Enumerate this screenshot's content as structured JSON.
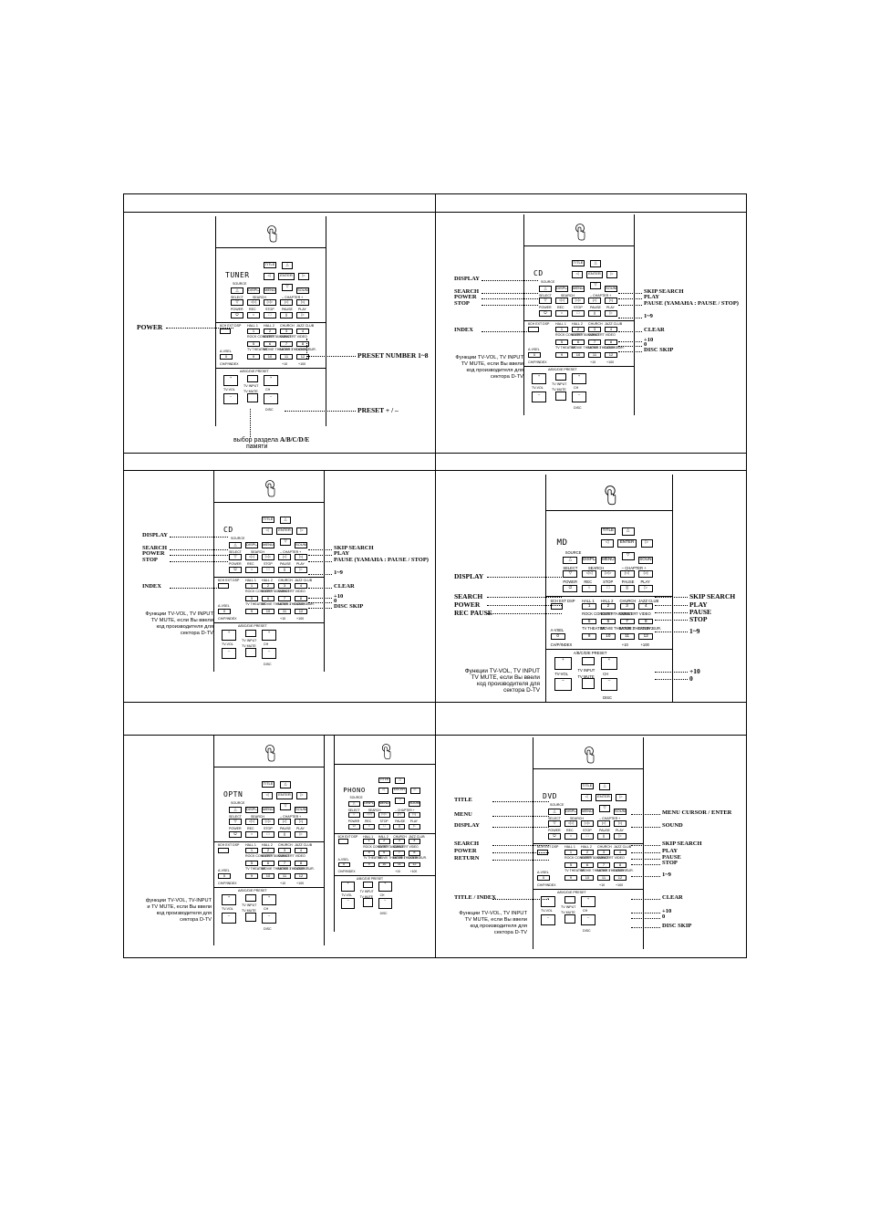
{
  "labels": {
    "tuner": "TUNER",
    "cd": "CD",
    "md": "MD",
    "optn": "OPTN",
    "phono": "PHONO",
    "dvd": "DVD",
    "title": "TITLE",
    "enter": "ENTER",
    "source": "SOURCE",
    "select": "SELECT",
    "display": "DISPLAY",
    "menu": "MENU",
    "sound": "SOUND",
    "search": "SEARCH",
    "chapter": "– CHAPTER +",
    "power": "POWER",
    "rec": "REC",
    "stop": "STOP",
    "pause": "PAUSE",
    "play": "PLAY",
    "six_ch": "6CH EXT",
    "dsp": "DSP",
    "hall1": "HALL 1",
    "hall2": "HALL 2",
    "church": "CHURCH",
    "jazz": "JAZZ CLUB",
    "rock": "ROCK CONCERT",
    "ent": "ENTERTAINMENT",
    "video": "CONCERT VIDEO",
    "tv_theater": "TV THEATER",
    "movie1": "MOVIE THEATER 1",
    "movie2": "MOVIE THEATER 2",
    "dolby": "DOLBY SUR.",
    "avsel": "A-VSEL",
    "chindex": "CH/P/INDEX",
    "abcde_preset": "A/B/C/D/E PRESET",
    "tvinput": "TV INPUT",
    "tvvol": "TV-VOL",
    "ch": "CH",
    "tvmute": "TV MUTE",
    "disc": "DISC",
    "plus10": "+10",
    "plus100": "+100"
  },
  "callouts": {
    "power": "POWER",
    "preset_number": "PRESET NUMBER 1~8",
    "preset_pm": "PRESET + / –",
    "memory_select_prefix": "выбор раздела",
    "memory_select_bold": "A/B/C/D/E",
    "memory_select_suffix": "памяти",
    "display": "DISPLAY",
    "search": "SEARCH",
    "stop": "STOP",
    "index": "INDEX",
    "skip_search": "SKIP SEARCH",
    "play": "PLAY",
    "pause_yamaha": "PAUSE (YAMAHA : PAUSE / STOP)",
    "pause": "PAUSE",
    "one_nine": "1~9",
    "clear": "CLEAR",
    "plus10": "+10",
    "zero": "0",
    "disc_skip": "DISC SKIP",
    "rec_pause": "REC PAUSE",
    "title": "TITLE",
    "menu": "MENU",
    "return": "RETURN",
    "title_index": "TITLE / INDEX",
    "menu_cursor": "MENU CURSOR / ENTER",
    "sound": "SOUND",
    "tv_note_1": "Функции TV-VOL, TV INPUT",
    "tv_note_2": "TV MUTE, если Вы ввели",
    "tv_note_3": "код производителя для",
    "tv_note_4": "сектора D-TV",
    "optn_note_1": "функции TV-VOL, TV-INPUT",
    "optn_note_2": "и TV MUTE, если Вы ввели"
  }
}
